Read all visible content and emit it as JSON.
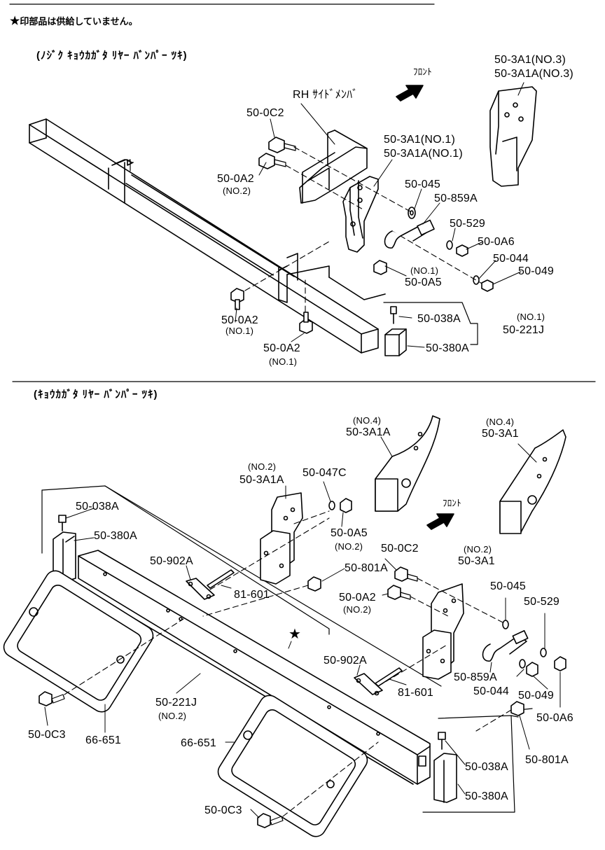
{
  "notice": {
    "star": "★",
    "text": "印部品は供給していません。"
  },
  "section1": {
    "title": "(ﾉｼﾞｸ ｷｮｳｶｶﾞﾀ ﾘﾔｰ ﾊﾞﾝﾊﾟｰ ﾂｷ)",
    "front_label": "ﾌﾛﾝﾄ",
    "member_label": "RH ｻｲﾄﾞﾒﾝﾊﾞ",
    "parts": {
      "p_3a1_no3": "50-3A1(NO.3)",
      "p_3a1a_no3": "50-3A1A(NO.3)",
      "p_0c2": "50-0C2",
      "p_3a1_no1": "50-3A1(NO.1)",
      "p_3a1a_no1": "50-3A1A(NO.1)",
      "p_0a2": "50-0A2",
      "p_0a2_no2": "(NO.2)",
      "p_045": "50-045",
      "p_859a": "50-859A",
      "p_529": "50-529",
      "p_0a6": "50-0A6",
      "p_044": "50-044",
      "p_049": "50-049",
      "p_0a5_no1": "(NO.1)",
      "p_0a5": "50-0A5",
      "p_038a": "50-038A",
      "p_221j_no1": "(NO.1)",
      "p_221j": "50-221J",
      "p_380a": "50-380A",
      "p_0a2_b": "50-0A2",
      "p_0a2_b_no1": "(NO.1)",
      "p_0a2_c": "50-0A2",
      "p_0a2_c_no1": "(NO.1)"
    }
  },
  "section2": {
    "title": "(ｷｮｳｶｶﾞﾀ ﾘﾔｰ ﾊﾞﾝﾊﾟｰ ﾂｷ)",
    "front_label": "ﾌﾛﾝﾄ",
    "star": "★",
    "parts": {
      "p_no4_a": "(NO.4)",
      "p_3a1a_no4": "50-3A1A",
      "p_no4_b": "(NO.4)",
      "p_3a1_no4": "50-3A1",
      "p_no2_a": "(NO.2)",
      "p_3a1a_no2": "50-3A1A",
      "p_047c": "50-047C",
      "p_038a": "50-038A",
      "p_380a": "50-380A",
      "p_0a5": "50-0A5",
      "p_0a5_no2": "(NO.2)",
      "p_0c2": "50-0C2",
      "p_no2_b": "(NO.2)",
      "p_3a1_no2": "50-3A1",
      "p_902a": "50-902A",
      "p_801a": "50-801A",
      "p_81601": "81-601",
      "p_0a2": "50-0A2",
      "p_0a2_no2": "(NO.2)",
      "p_045": "50-045",
      "p_529": "50-529",
      "p_902a_b": "50-902A",
      "p_859a": "50-859A",
      "p_044": "50-044",
      "p_049": "50-049",
      "p_81601_b": "81-601",
      "p_0a6": "50-0A6",
      "p_221j": "50-221J",
      "p_221j_no2": "(NO.2)",
      "p_801a_b": "50-801A",
      "p_0c3": "50-0C3",
      "p_66651": "66-651",
      "p_66651_b": "66-651",
      "p_038a_b": "50-038A",
      "p_380a_b": "50-380A",
      "p_0c3_b": "50-0C3"
    }
  }
}
